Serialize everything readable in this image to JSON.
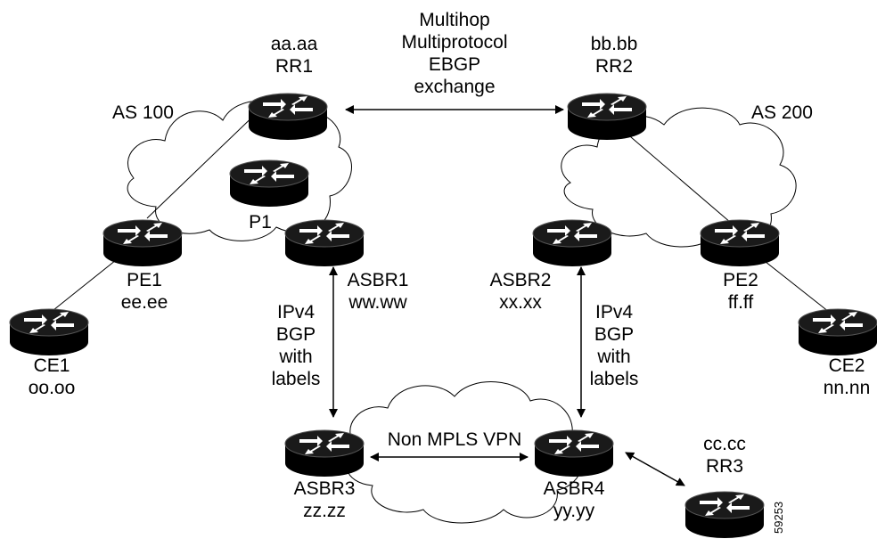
{
  "annotations": {
    "multihop": [
      "Multihop",
      "Multiprotocol",
      "EBGP",
      "exchange"
    ],
    "ipv4_left": [
      "IPv4",
      "BGP",
      "with",
      "labels"
    ],
    "ipv4_right": [
      "IPv4",
      "BGP",
      "with",
      "labels"
    ],
    "non_mpls": "Non MPLS VPN",
    "as100": "AS 100",
    "as200": "AS 200",
    "figure_id": "59253"
  },
  "routers": {
    "rr1": {
      "lines": [
        "aa.aa",
        "RR1"
      ]
    },
    "rr2": {
      "lines": [
        "bb.bb",
        "RR2"
      ]
    },
    "p1": {
      "lines": [
        "P1"
      ]
    },
    "pe1": {
      "lines": [
        "PE1",
        "ee.ee"
      ]
    },
    "asbr1": {
      "lines": [
        "ASBR1",
        "ww.ww"
      ]
    },
    "asbr2": {
      "lines": [
        "ASBR2",
        "xx.xx"
      ]
    },
    "pe2": {
      "lines": [
        "PE2",
        "ff.ff"
      ]
    },
    "ce1": {
      "lines": [
        "CE1",
        "oo.oo"
      ]
    },
    "ce2": {
      "lines": [
        "CE2",
        "nn.nn"
      ]
    },
    "asbr3": {
      "lines": [
        "ASBR3",
        "zz.zz"
      ]
    },
    "asbr4": {
      "lines": [
        "ASBR4",
        "yy.yy"
      ]
    },
    "rr3": {
      "lines": [
        "cc.cc",
        "RR3"
      ]
    }
  },
  "colors": {
    "router_top": "#1a1a1a",
    "router_body": "#000000",
    "arrow_fill": "#ffffff",
    "line": "#000000"
  }
}
